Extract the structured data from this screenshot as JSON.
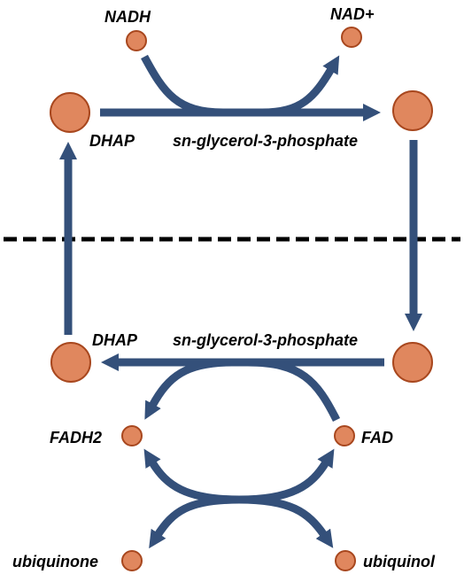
{
  "labels": {
    "nadh": "NADH",
    "nad_plus": "NAD+",
    "dhap_top": "DHAP",
    "g3p_top": "sn-glycerol-3-phosphate",
    "dhap_bottom": "DHAP",
    "g3p_bottom": "sn-glycerol-3-phosphate",
    "fadh2": "FADH2",
    "fad": "FAD",
    "ubiquinone": "ubiquinone",
    "ubiquinol": "ubiquinol"
  },
  "colors": {
    "arrow": "#34507a",
    "node_fill": "#e0875e",
    "node_stroke": "#a8471e",
    "dashed_line": "#000000"
  }
}
